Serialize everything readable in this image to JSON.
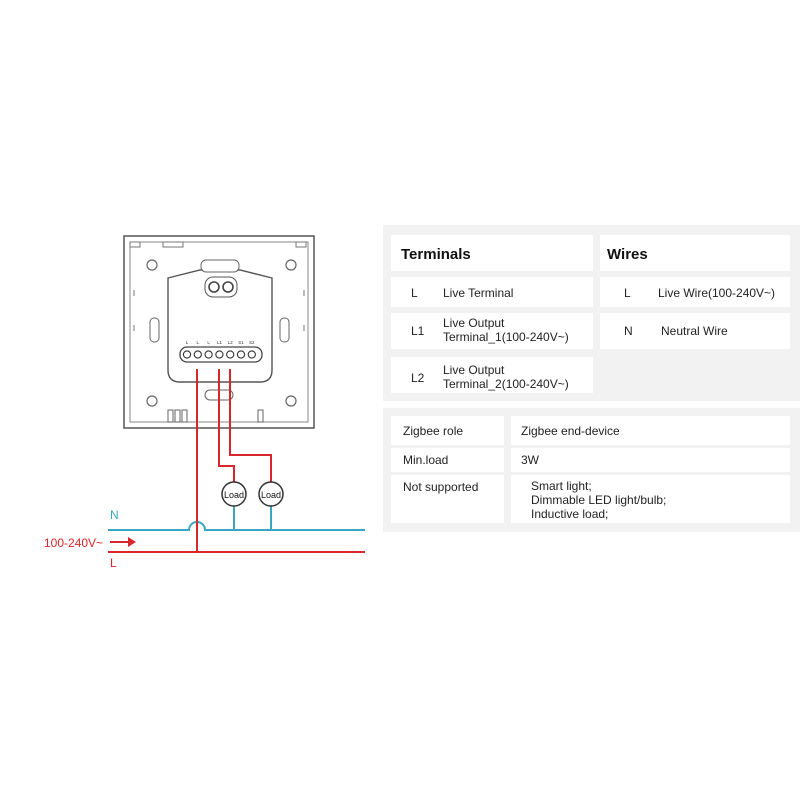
{
  "diagram": {
    "n_label": "N",
    "voltage_label": "100-240V~",
    "l_label": "L",
    "load1_label": "Load",
    "load2_label": "Load",
    "terminal_labels": [
      "L",
      "L",
      "L",
      "L1",
      "L2",
      "S1",
      "S2"
    ]
  },
  "colors": {
    "neutral": "#3aa6c4",
    "live": "#d9262c",
    "device_outline": "#555555"
  },
  "table1": {
    "terminals_header": "Terminals",
    "wires_header": "Wires",
    "terminals": [
      {
        "code": "L",
        "desc": "Live Terminal"
      },
      {
        "code": "L1",
        "desc": "Live Output Terminal_1(100-240V~)"
      },
      {
        "code": "L2",
        "desc": "Live Output Terminal_2(100-240V~)"
      }
    ],
    "wires": [
      {
        "code": "L",
        "desc": "Live Wire(100-240V~)"
      },
      {
        "code": "N",
        "desc": "Neutral Wire"
      }
    ]
  },
  "table2": {
    "rows": [
      {
        "key": "Zigbee role",
        "value": "Zigbee end-device"
      },
      {
        "key": "Min.load",
        "value": "3W"
      },
      {
        "key": "Not supported",
        "value_lines": [
          "Smart light;",
          "Dimmable LED light/bulb;",
          "Inductive load;"
        ]
      }
    ]
  }
}
